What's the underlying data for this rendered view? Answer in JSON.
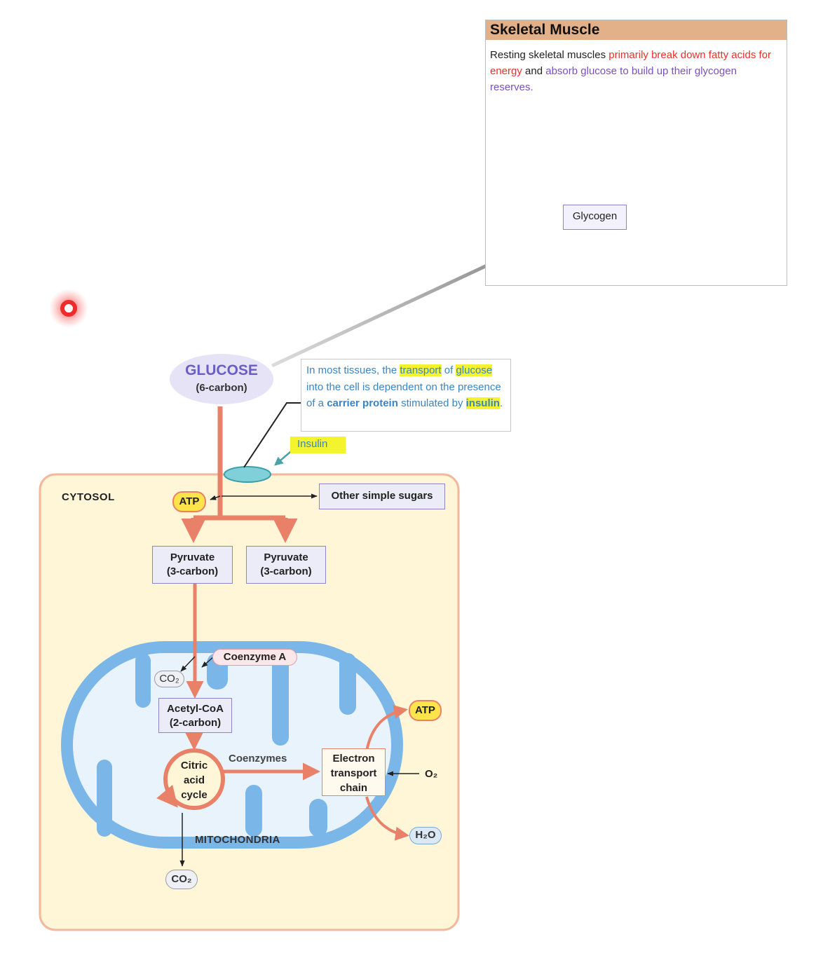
{
  "skeletal_muscle": {
    "title": "Skeletal Muscle",
    "text_1": "Resting skeletal muscles ",
    "text_2": "primarily break down fatty acids for energy",
    "text_3": " and ",
    "text_4": "absorb glucose to build up their glycogen reserves.",
    "glycogen_label": "Glycogen"
  },
  "glucose": {
    "title": "GLUCOSE",
    "subtitle": "(6-carbon)"
  },
  "info_box": {
    "part_1": "In most tissues, the ",
    "part_2": "transport",
    "part_3": " of ",
    "part_4": "glucose",
    "part_5": " into the cell is dependent on the presence of a ",
    "part_6": "carrier protein",
    "part_7": " stimulated by ",
    "part_8": "insulin",
    "part_9": "."
  },
  "insulin_label": "Insulin",
  "cytosol_label": "CYTOSOL",
  "atp_label": "ATP",
  "other_sugars": "Other simple sugars",
  "pyruvate_1": {
    "line_1": "Pyruvate",
    "line_2": "(3-carbon)"
  },
  "pyruvate_2": {
    "line_1": "Pyruvate",
    "line_2": "(3-carbon)"
  },
  "coenzyme_a": "Coenzyme A",
  "co2_label": "CO₂",
  "acetyl_coa": {
    "line_1": "Acetyl-CoA",
    "line_2": "(2-carbon)"
  },
  "citric_acid_cycle": {
    "line_1": "Citric",
    "line_2": "acid",
    "line_3": "cycle"
  },
  "coenzymes": "Coenzymes",
  "etc": {
    "line_1": "Electron",
    "line_2": "transport",
    "line_3": "chain"
  },
  "o2_label": "O₂",
  "h2o_label": "H₂O",
  "mitochondria_label": "MITOCHONDRIA",
  "colors": {
    "arrow_orange": "#e98068",
    "cytosol_fill": "#fff6d8",
    "mito_blue": "#7bb6e8",
    "glucose_fill": "#e7e3f7",
    "highlight": "#f3f42d"
  }
}
